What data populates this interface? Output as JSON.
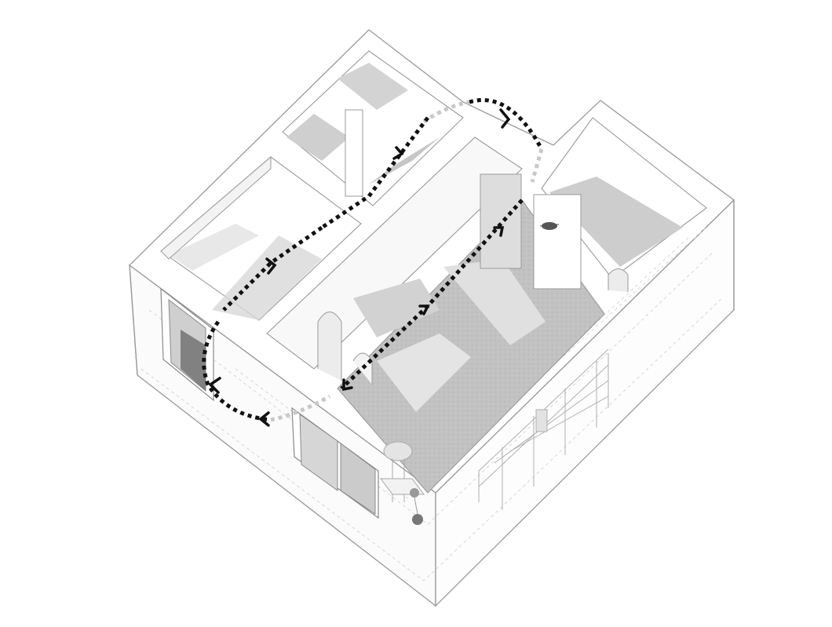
{
  "diagram": {
    "kind": "axonometric-floor-plan",
    "colors": {
      "background": "#ffffff",
      "wall_line": "#9a9a9a",
      "hidden_line": "#d2d2d2",
      "floor_shadow": "#c9c9c9",
      "floor_concrete": "#bdbdbd",
      "circulation_arrow": "#111111",
      "faded_arrow": "#c8c8c8"
    },
    "elements": {
      "circulation_path": "dashed-arrow-loop",
      "bed_room": "room-bedroom",
      "bath_room": "room-bathroom",
      "main_room": "room-living",
      "kitchen_room": "room-kitchen",
      "shelving": "shelving-unit",
      "chair": "chair-icon",
      "lamp": "lamp-icon"
    }
  }
}
